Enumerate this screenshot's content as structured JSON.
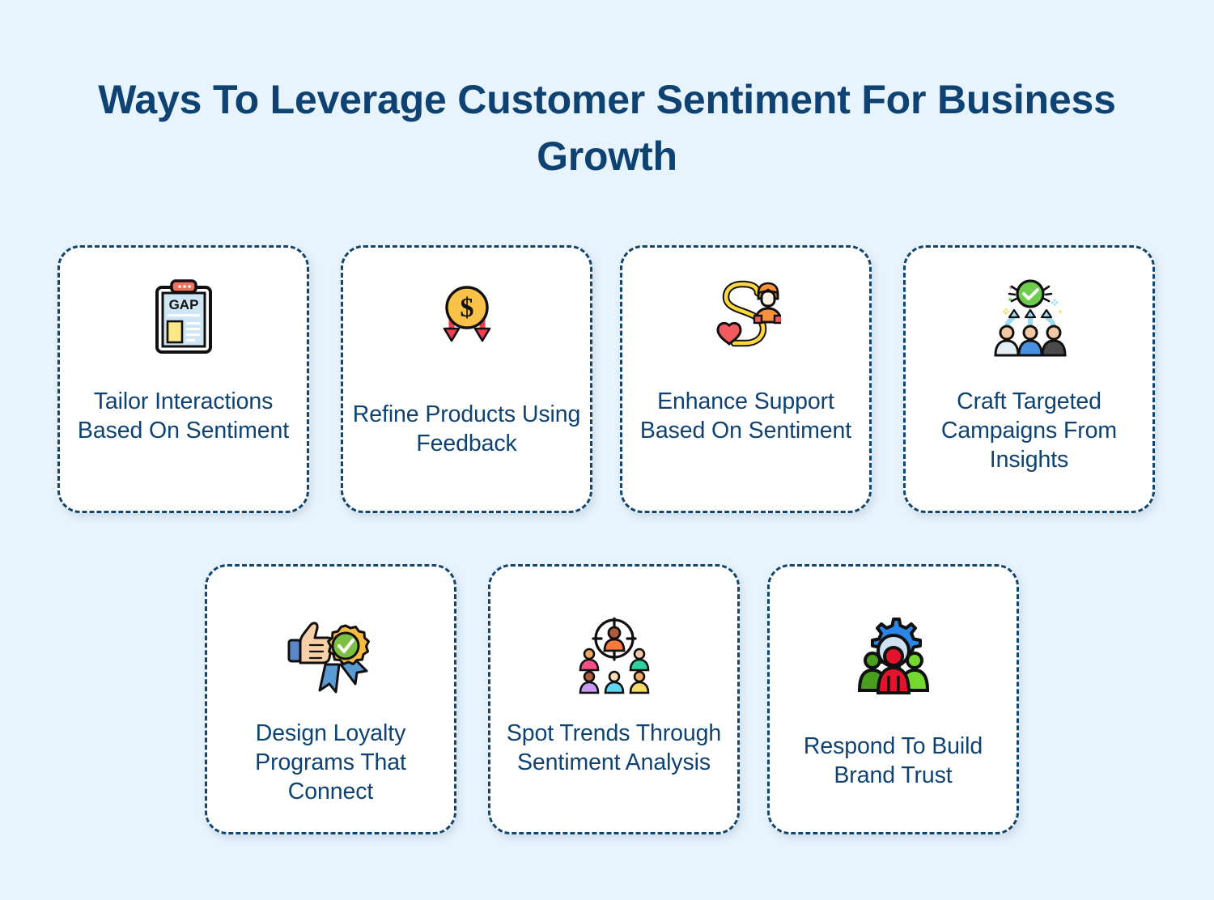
{
  "page": {
    "title": "Ways To Leverage Customer Sentiment For Business Growth",
    "background_color": "#e7f3fd",
    "heading_color": "#0d4273",
    "card_background": "#ffffff",
    "card_border_color": "#10466f",
    "label_color": "#0d4273"
  },
  "cards": [
    {
      "id": 1,
      "label": "Tailor Interactions Based On Sentiment",
      "icon": "clipboard-gap-icon",
      "icon_text": "GAP",
      "icon_colors": {
        "clip": "#f4705f",
        "page": "#cfe6f5",
        "highlight": "#fce889",
        "outline": "#101010"
      }
    },
    {
      "id": 2,
      "label": "Refine Products Using Feedback",
      "icon": "dollar-coin-down-arrows-icon",
      "icon_text": "$",
      "icon_colors": {
        "coin": "#fbc24a",
        "arrow": "#ef3d4e",
        "outline": "#101010"
      }
    },
    {
      "id": 3,
      "label": "Enhance Support Based On Sentiment",
      "icon": "support-agent-heart-icon",
      "icon_colors": {
        "path": "#ffd83b",
        "heart": "#f15b60",
        "shirt": "#f7913c",
        "hair": "#f7913c",
        "outline": "#101010"
      }
    },
    {
      "id": 4,
      "label": "Craft Targeted Campaigns From Insights",
      "icon": "team-approval-arrows-icon",
      "icon_colors": {
        "check_circle": "#6dcc4c",
        "arrows": "#9bdcf5",
        "person_left": "#e3edf5",
        "person_center": "#4a90e2",
        "person_right": "#4b4b4b",
        "skin": "#f3c9a5",
        "outline": "#101010"
      }
    },
    {
      "id": 5,
      "label": "Design Loyalty Programs That Connect",
      "icon": "thumbs-up-award-badge-icon",
      "icon_colors": {
        "badge": "#f5bc3f",
        "check_circle": "#7dbf42",
        "ribbon": "#5b9bd5",
        "hand": "#f7cfa8",
        "sleeve": "#5b87c9",
        "outline": "#101010"
      }
    },
    {
      "id": 6,
      "label": "Spot Trends Through Sentiment Analysis",
      "icon": "target-audience-people-icon",
      "icon_colors": {
        "target_person": "#f7793c",
        "person_pink": "#f94d87",
        "person_green": "#2ad4a0",
        "person_purple": "#c89af2",
        "person_cyan": "#62d5f2",
        "person_yellow": "#f7db6a",
        "outline": "#101010"
      }
    },
    {
      "id": 7,
      "label": "Respond To Build Brand Trust",
      "icon": "gear-team-trust-icon",
      "icon_colors": {
        "gear": "#2b86ea",
        "gear_inner": "#cfe2f3",
        "person_center": "#e3132c",
        "person_left": "#4a9e1e",
        "person_right": "#73d82f",
        "outline": "#101010"
      }
    }
  ]
}
